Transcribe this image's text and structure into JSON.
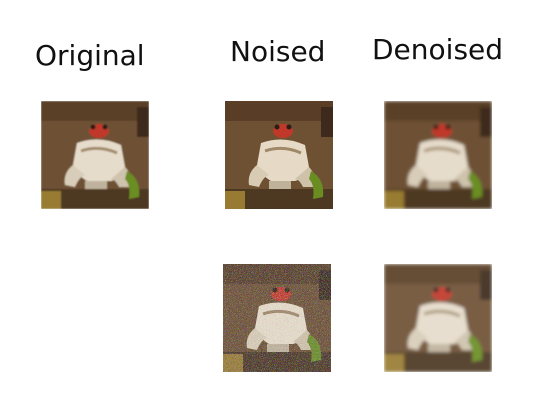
{
  "labels": {
    "original": "Original",
    "noised": "Noised",
    "denoised": "Denoised"
  },
  "colors": {
    "background": "#ffffff",
    "frog_brown": "#7a5a3a",
    "frog_white": "#e8e0d0",
    "frog_red": "#c0392b",
    "frog_green": "#6b8e23"
  }
}
